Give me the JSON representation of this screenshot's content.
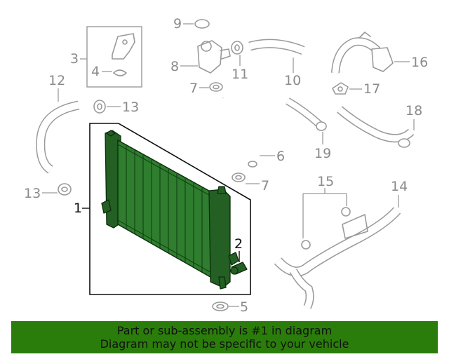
{
  "callouts": {
    "c1": "1",
    "c2": "2",
    "c3": "3",
    "c4": "4",
    "c5": "5",
    "c6": "6",
    "c7a": "7",
    "c7b": "7",
    "c8": "8",
    "c9": "9",
    "c10": "10",
    "c11": "11",
    "c12": "12",
    "c13a": "13",
    "c13b": "13",
    "c14": "14",
    "c15": "15",
    "c16": "16",
    "c17": "17",
    "c18": "18",
    "c19": "19"
  },
  "colors": {
    "highlight": "#2f7d2f",
    "banner": "#2b7d0b",
    "line": "#9a9a9a"
  },
  "footer": {
    "line1": "Part or sub-assembly is #1 in diagram",
    "line2": "Diagram may not be specific to your vehicle"
  }
}
